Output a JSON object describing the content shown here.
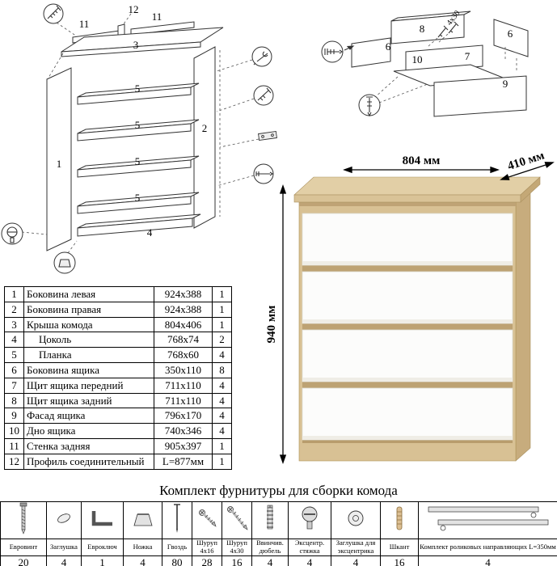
{
  "colors": {
    "oak": "#d8c194",
    "oak_dark": "#bda273",
    "drawer_white": "#fcfcfb"
  },
  "dimensions": {
    "width": "804 мм",
    "depth": "410 мм",
    "height": "940 мм"
  },
  "frame_diagram": {
    "labels": {
      "p1": "1",
      "p2": "2",
      "p3": "3",
      "p4": "4",
      "p5": "5",
      "p11": "11",
      "p12": "12"
    }
  },
  "drawer_diagram": {
    "labels": {
      "p6": "6",
      "p7": "7",
      "p8": "8",
      "p9": "9",
      "p10": "10",
      "screw_spec": "4x30"
    }
  },
  "parts_table": {
    "rows": [
      {
        "num": "1",
        "name": "Боковина левая",
        "size": "924x388",
        "qty": "1"
      },
      {
        "num": "2",
        "name": "Боковина правая",
        "size": "924x388",
        "qty": "1"
      },
      {
        "num": "3",
        "name": "Крыша комода",
        "size": "804x406",
        "qty": "1"
      },
      {
        "num": "4",
        "name": "Цоколь",
        "size": "768x74",
        "qty": "2"
      },
      {
        "num": "5",
        "name": "Планка",
        "size": "768x60",
        "qty": "4"
      },
      {
        "num": "6",
        "name": "Боковина ящика",
        "size": "350x110",
        "qty": "8"
      },
      {
        "num": "7",
        "name": "Щит ящика передний",
        "size": "711x110",
        "qty": "4"
      },
      {
        "num": "8",
        "name": "Щит ящика задний",
        "size": "711x110",
        "qty": "4"
      },
      {
        "num": "9",
        "name": "Фасад ящика",
        "size": "796x170",
        "qty": "4"
      },
      {
        "num": "10",
        "name": "Дно ящика",
        "size": "740x346",
        "qty": "4"
      },
      {
        "num": "11",
        "name": "Стенка задняя",
        "size": "905x397",
        "qty": "1"
      },
      {
        "num": "12",
        "name": "Профиль соединительный",
        "size": "L=877мм",
        "qty": "1"
      }
    ]
  },
  "hardware": {
    "title": "Комплект фурнитуры для сборки комода",
    "items": [
      {
        "name": "Евровинт",
        "qty": "20"
      },
      {
        "name": "Заглушка",
        "qty": "4"
      },
      {
        "name": "Евроключ",
        "qty": "1"
      },
      {
        "name": "Ножка",
        "qty": "4"
      },
      {
        "name": "Гвоздь",
        "qty": "80"
      },
      {
        "name": "Шуруп 4x16",
        "qty": "28"
      },
      {
        "name": "Шуруп 4x30",
        "qty": "16"
      },
      {
        "name": "Ввинчив. дюбель",
        "qty": "4"
      },
      {
        "name": "Эксцентр. стяжка",
        "qty": "4"
      },
      {
        "name": "Заглушка для эксцентрика",
        "qty": "4"
      },
      {
        "name": "Шкант",
        "qty": "16"
      },
      {
        "name": "Комплект роликовых направляющих L=350мм",
        "qty": "4"
      }
    ]
  }
}
